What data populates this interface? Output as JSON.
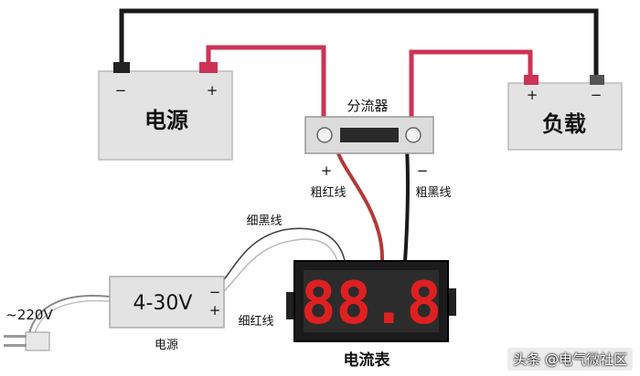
{
  "power_source": {
    "label": "电源",
    "minus": "−",
    "plus": "+"
  },
  "load": {
    "label": "负载",
    "minus": "−",
    "plus": "+"
  },
  "shunt": {
    "label": "分流器"
  },
  "thick_red_wire": {
    "sign": "+",
    "label": "粗红线"
  },
  "thick_black_wire": {
    "sign": "−",
    "label": "粗黑线"
  },
  "thin_black_wire": {
    "label": "细黑线"
  },
  "thin_red_wire": {
    "label": "细红线"
  },
  "adapter": {
    "voltage": "4-30V",
    "minus": "−",
    "plus": "+",
    "caption": "电源"
  },
  "mains": {
    "label": "~220V"
  },
  "ammeter": {
    "digits": "88.8",
    "label": "电流表"
  },
  "watermark": {
    "text": "头条 @电气微社区"
  },
  "colors": {
    "red_wire": "#cc3355",
    "black_wire": "#1a1a1a",
    "led": "#e02020",
    "box_fill": "#e3e3e3"
  }
}
